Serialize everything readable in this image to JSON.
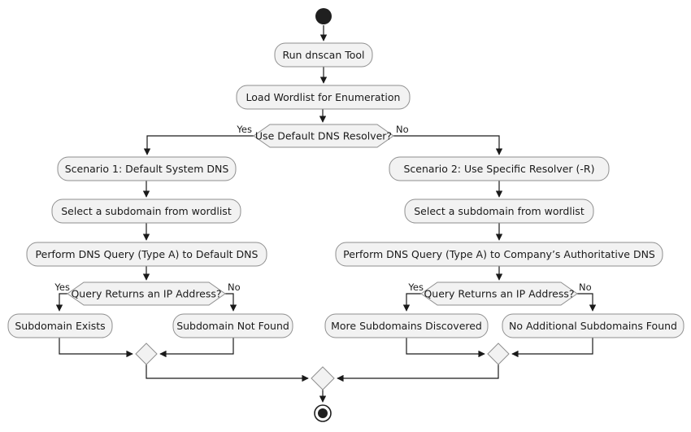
{
  "flowchart": {
    "activities": {
      "run_dnscan": "Run dnscan Tool",
      "load_wordlist": "Load Wordlist for Enumeration",
      "scenario1": "Scenario 1: Default System DNS",
      "select_subdomain_1": "Select a subdomain from wordlist",
      "dns_query_default": "Perform DNS Query (Type A) to Default DNS",
      "subdomain_exists": "Subdomain Exists",
      "subdomain_not_found": "Subdomain Not Found",
      "scenario2": "Scenario 2: Use Specific Resolver (-R)",
      "select_subdomain_2": "Select a subdomain from wordlist",
      "dns_query_authoritative": "Perform DNS Query (Type A) to Company’s Authoritative DNS",
      "more_subdomains_discovered": "More Subdomains Discovered",
      "no_additional_subdomains": "No Additional Subdomains Found"
    },
    "decisions": {
      "use_default_resolver": "Use Default DNS Resolver?",
      "query_returns_ip_left": "Query Returns an IP Address?",
      "query_returns_ip_right": "Query Returns an IP Address?"
    },
    "edge_labels": {
      "yes": "Yes",
      "no": "No"
    },
    "colors": {
      "background": "#ffffff",
      "node_fill": "#f2f2f2",
      "node_border": "#8f8f8f",
      "edge": "#1a1a1a",
      "text": "#1a1a1a",
      "start_end": "#1f1f1f"
    }
  }
}
